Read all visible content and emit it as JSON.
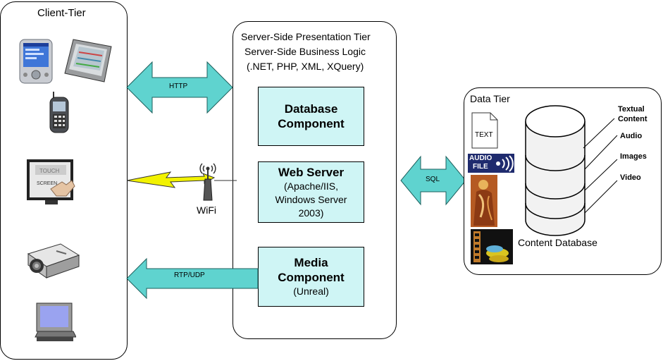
{
  "client_tier": {
    "title": "Client-Tier"
  },
  "server_tier": {
    "header_line1": "Server-Side Presentation Tier",
    "header_line2": "Server-Side Business Logic",
    "header_line3": "(.NET, PHP, XML, XQuery)",
    "components": [
      {
        "title_line1": "Database",
        "title_line2": "Component"
      },
      {
        "title": "Web Server",
        "sub_line1": "(Apache/IIS,",
        "sub_line2": "Windows Server",
        "sub_line3": "2003)"
      },
      {
        "title_line1": "Media",
        "title_line2": "Component",
        "sub": "(Unreal)"
      }
    ]
  },
  "connections": {
    "http": "HTTP",
    "wifi": "WiFi",
    "rtp": "RTP/UDP",
    "sql": "SQL"
  },
  "data_tier": {
    "title": "Data Tier",
    "text_doc": "TEXT",
    "audio_file_line1": "AUDIO",
    "audio_file_line2": "FILE",
    "database_label": "Content Database",
    "content_labels": {
      "textual_line1": "Textual",
      "textual_line2": "Content",
      "audio": "Audio",
      "images": "Images",
      "video": "Video"
    }
  },
  "colors": {
    "arrow": "#5fd3cf",
    "component": "#cff5f5",
    "lightning": "#f2f200"
  }
}
